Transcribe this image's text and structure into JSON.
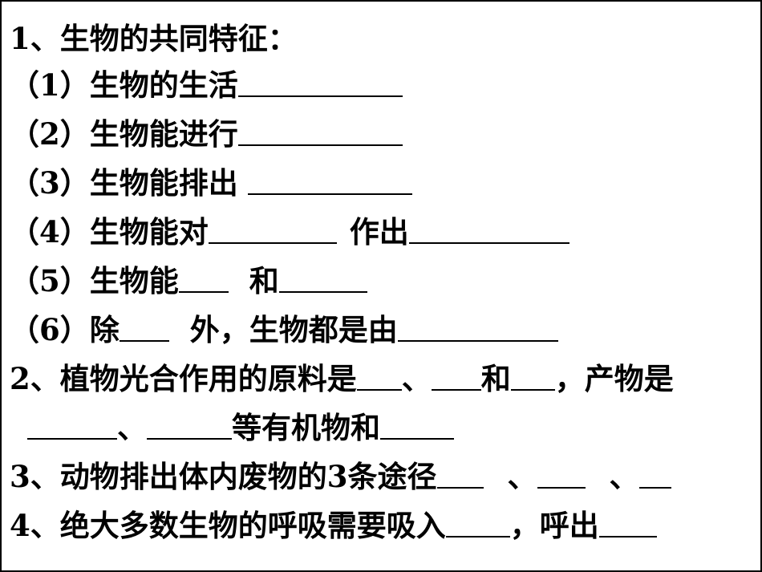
{
  "items": [
    {
      "label": "1、生物的共同特征："
    },
    {
      "label": "（1）生物的生活"
    },
    {
      "label": "（2）生物能进行"
    },
    {
      "label": "（3）生物能排出"
    },
    {
      "label": "（4）生物能对",
      "mid": "作出"
    },
    {
      "label": "（5）生物能",
      "mid": "和"
    },
    {
      "label": "（6）除",
      "mid": "外，生物都是由"
    },
    {
      "label": "2、植物光合作用的原料是",
      "p2": "、",
      "p3": "和",
      "p4": "，产物是"
    },
    {
      "label": "",
      "p2": "、",
      "p3": "等有机物和"
    },
    {
      "label": "3、动物排出体内废物的3条途径",
      "p2": "、",
      "p3": "、"
    },
    {
      "label": "4、绝大多数生物的呼吸需要吸入",
      "p2": "，呼出"
    }
  ]
}
